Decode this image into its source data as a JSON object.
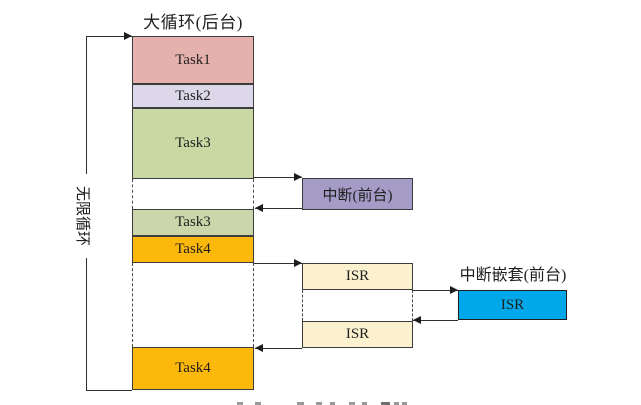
{
  "diagram": {
    "title": "大循环(后台)",
    "loop_label": "无限循环",
    "column": {
      "task1": "Task1",
      "task2": "Task2",
      "task3": "Task3",
      "task3_resume": "Task3",
      "task4": "Task4",
      "task4_resume": "Task4"
    },
    "interrupt": {
      "label": "中断(前台)",
      "color": "#a59bc7"
    },
    "isr": {
      "label": "ISR",
      "color": "#fbf1cf"
    },
    "nested": {
      "heading": "中断嵌套(前台)",
      "isr_label": "ISR",
      "color": "#00a8e9"
    },
    "colors": {
      "task1": "#e5b1ac",
      "task2": "#dcd8e9",
      "task3": "#c9d9a3",
      "task3_resume": "#cbd7ab",
      "task4": "#fcb80b",
      "line": "#2f2f2f"
    }
  }
}
